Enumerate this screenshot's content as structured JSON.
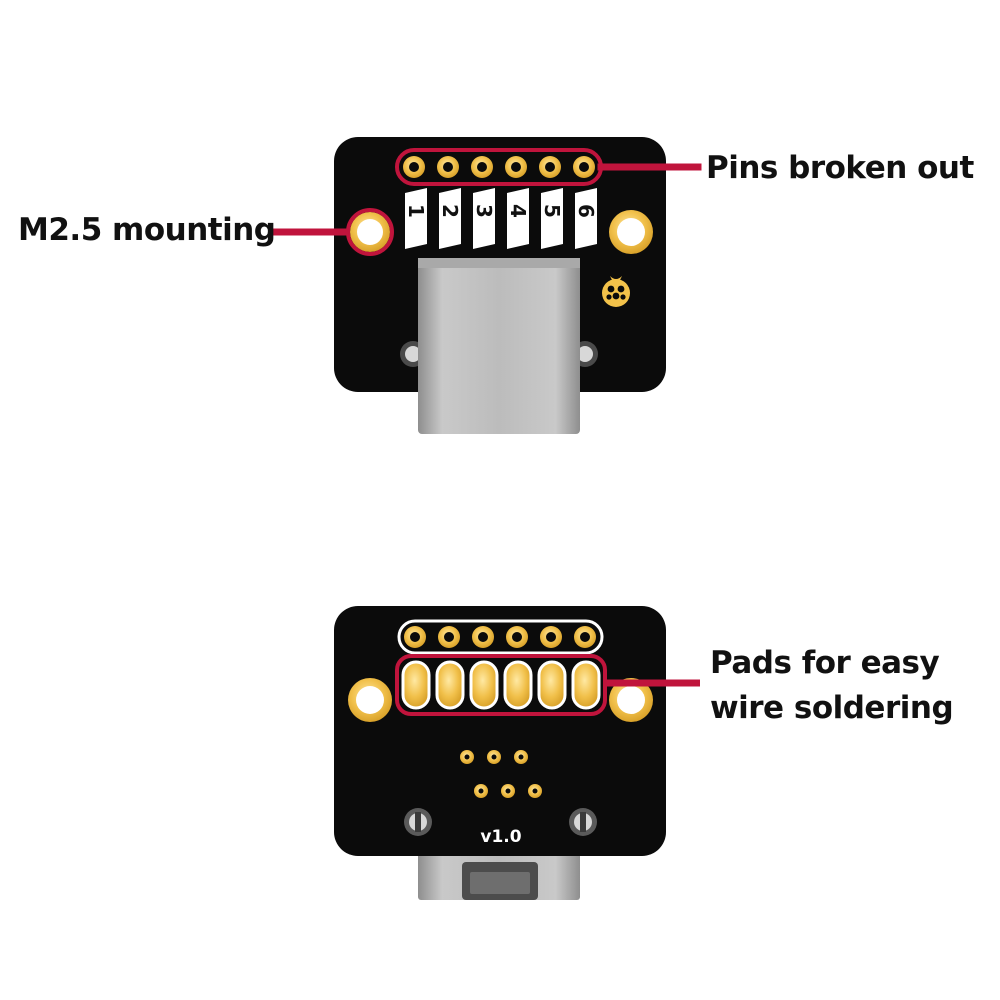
{
  "callouts": {
    "pins": "Pins broken out",
    "mounting": "M2.5 mounting",
    "pads_line1": "Pads for easy",
    "pads_line2": "wire soldering"
  },
  "pin_labels": [
    "1",
    "2",
    "3",
    "4",
    "5",
    "6"
  ],
  "board_version": "v1.0",
  "icons": {
    "logo": "raspberry-logo-icon"
  },
  "colors": {
    "pcb": "#0b0b0b",
    "gold": "#f3c24a",
    "callout": "#c0143c",
    "connector": "#b7b7b7"
  }
}
